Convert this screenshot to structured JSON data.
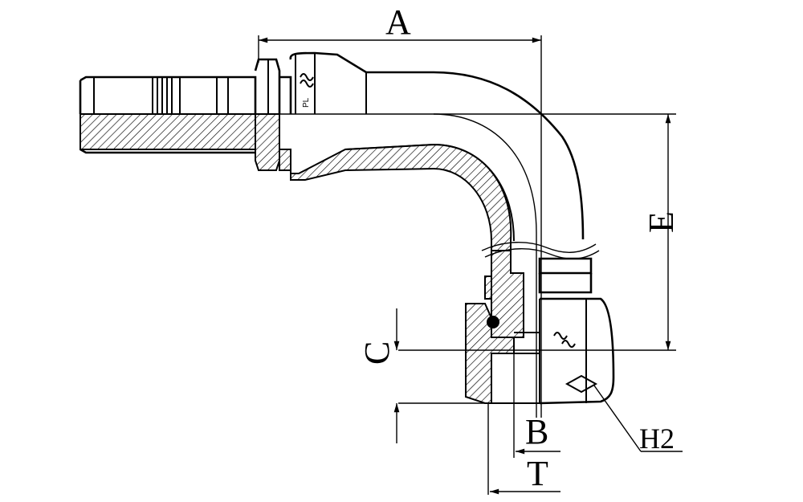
{
  "diagram": {
    "labels": {
      "A": "A",
      "B": "B",
      "C": "C",
      "E": "E",
      "T": "T",
      "H2": "H2"
    },
    "marking": "PL"
  }
}
